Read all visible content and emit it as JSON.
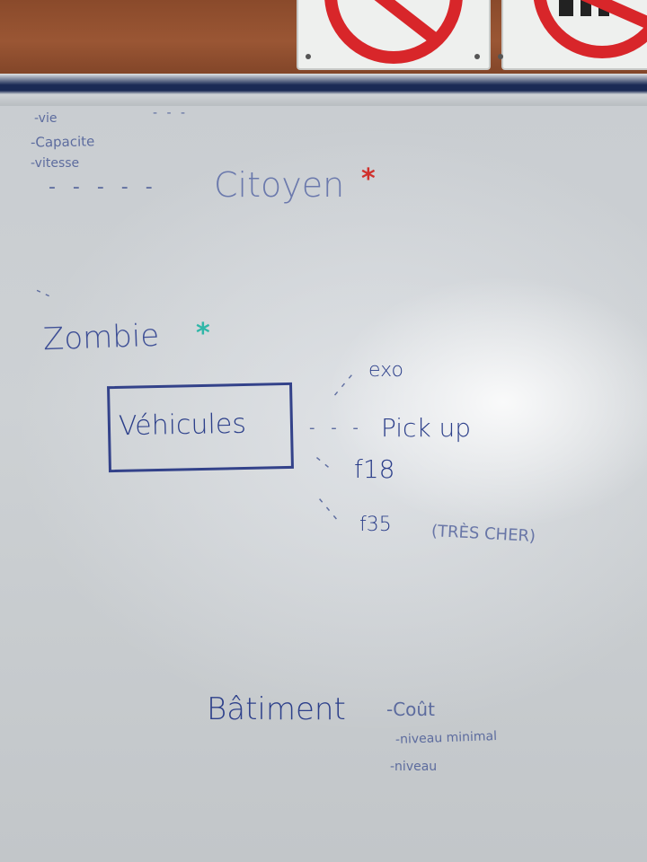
{
  "signs": [
    {
      "icon": "no-entry-sign-icon"
    },
    {
      "icon": "no-entry-sign-icon"
    }
  ],
  "whiteboard": {
    "top_list": [
      "-vie",
      "-Capacite",
      "-vitesse"
    ],
    "citoyen": "Citoyen",
    "zombie": "Zombie",
    "vehicules": "Véhicules",
    "vehicle_list": [
      "exo",
      "Pick up",
      "f18",
      "f35",
      "(TRÈS CHER)"
    ],
    "batiment": "Bâtiment",
    "batiment_list": [
      "-Coût",
      "-niveau minimal",
      "-niveau"
    ],
    "star": "*"
  },
  "colors": {
    "ink_blue": "#2c3f8a",
    "star_red": "#d0312d",
    "star_teal": "#2fb7a8",
    "cork": "#8a4a2b",
    "sign_red": "#d8262a"
  }
}
